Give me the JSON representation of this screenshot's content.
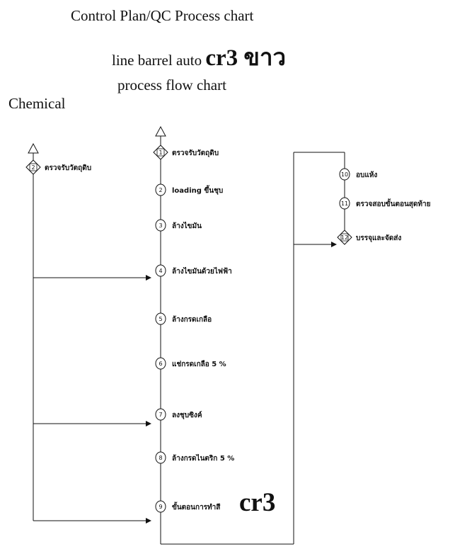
{
  "header": {
    "title": "Control Plan/QC Process chart",
    "subtitle_prefix": "line barrel auto",
    "subtitle_emphasis": "cr3 ขาว",
    "chart_name": "process flow chart",
    "chemical_label": "Chemical"
  },
  "annotation": "cr3",
  "steps": [
    {
      "num": "1",
      "shape": "diamond",
      "label": "ตรวจรับวัตถุดิบ"
    },
    {
      "num": "2",
      "shape": "circle",
      "label": "loading ขึ้นชุบ"
    },
    {
      "num": "3",
      "shape": "circle",
      "label": "ล้างไขมัน"
    },
    {
      "num": "4",
      "shape": "circle",
      "label": "ล้างไขมันด้วยไฟฟ้า"
    },
    {
      "num": "5",
      "shape": "circle",
      "label": "ล้างกรดเกลือ"
    },
    {
      "num": "6",
      "shape": "circle",
      "label": "แช่กรดเกลือ 5 %"
    },
    {
      "num": "7",
      "shape": "circle",
      "label": "ลงชุบซิงค์"
    },
    {
      "num": "8",
      "shape": "circle",
      "label": "ล้างกรดไนตริก 5 %"
    },
    {
      "num": "9",
      "shape": "circle",
      "label": "ขั้นตอนการทำสี"
    },
    {
      "num": "10",
      "shape": "circle",
      "label": "อบแห้ง"
    },
    {
      "num": "11",
      "shape": "circle",
      "label": "ตรวจสอบขั้นตอนสุดท้าย"
    },
    {
      "num": "12",
      "shape": "diamond",
      "label": "บรรจุและจัดส่ง"
    }
  ],
  "chemical_step": {
    "num": "2",
    "shape": "diamond",
    "label": "ตรวจรับวัตถุดิบ"
  },
  "chemical_feeds_to_steps": [
    "4",
    "7",
    "9"
  ]
}
